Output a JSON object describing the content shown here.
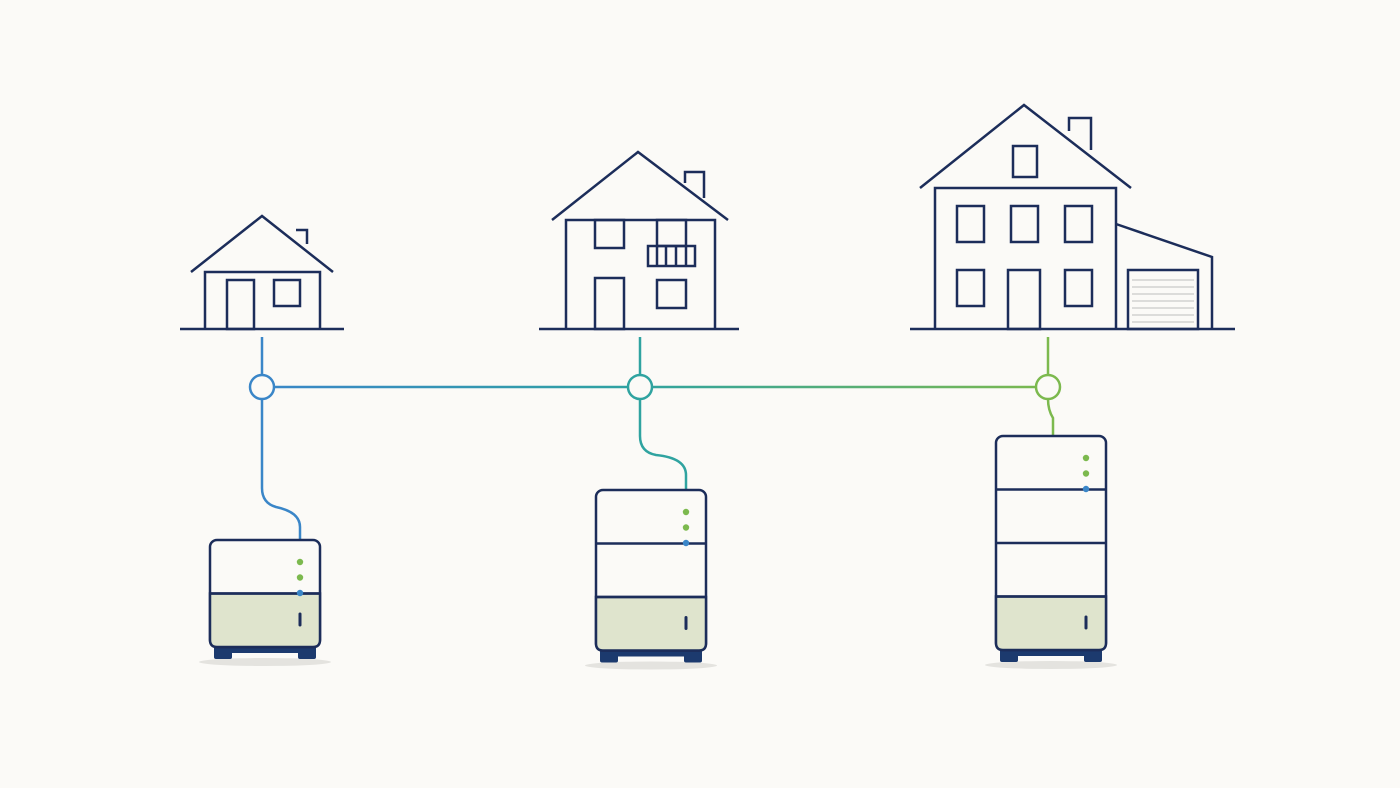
{
  "colors": {
    "background": "#fbfaf7",
    "outline": "#1c2d5a",
    "line_start": "#3a86c8",
    "line_mid": "#2fa3a0",
    "line_end": "#7cb94e",
    "battery_fill": "#dfe4cd",
    "battery_top": "#fbfaf7",
    "feet": "#1c3a6e",
    "shadow": "#e4e3df",
    "garage_slats": "#c9c9c9"
  },
  "houses": [
    {
      "id": "small",
      "icon": "small-house-icon"
    },
    {
      "id": "medium",
      "icon": "two-story-house-icon"
    },
    {
      "id": "large",
      "icon": "large-house-with-garage-icon"
    }
  ],
  "batteries": [
    {
      "id": "small",
      "modules": 2,
      "icon": "battery-unit-icon"
    },
    {
      "id": "medium",
      "modules": 3,
      "icon": "battery-unit-icon"
    },
    {
      "id": "large",
      "modules": 4,
      "icon": "battery-unit-icon"
    }
  ],
  "connections": {
    "nodes": 3,
    "icon": "connection-node-icon"
  }
}
